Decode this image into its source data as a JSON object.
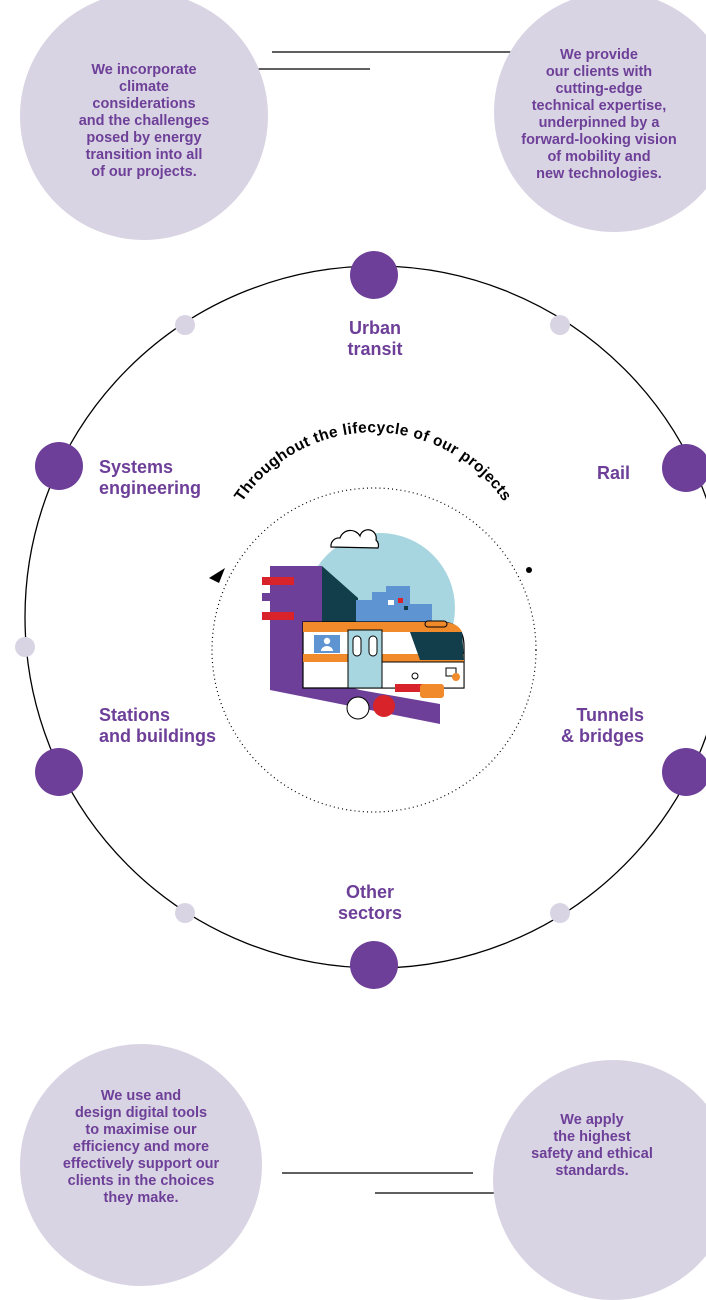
{
  "colors": {
    "purple": "#6d3f98",
    "lavender": "#d9d4e3",
    "connector": "#000000",
    "lightblue": "#a8d6e0",
    "orange": "#f08a2b",
    "red": "#d8232a",
    "darkteal": "#123d4b",
    "blue": "#5e94d1",
    "slate": "#4b4a6b"
  },
  "corners": {
    "top_left": "We incorporate\nclimate\nconsiderations\nand the challenges\nposed by energy\ntransition into all\nof our projects.",
    "top_right": "We provide\nour clients with\ncutting-edge\ntechnical expertise,\nunderpinned by a\nforward-looking vision\nof mobility and\nnew technologies.",
    "bottom_left": "We use and\ndesign digital tools\nto maximise our\nefficiency and more\neffectively support our\nclients in the choices\nthey make.",
    "bottom_right": "We apply\nthe highest\nsafety and ethical\nstandards."
  },
  "sectors": {
    "urban_transit": "Urban\ntransit",
    "rail": "Rail",
    "tunnels_bridges": "Tunnels\n& bridges",
    "other_sectors": "Other\nsectors",
    "stations_buildings": "Stations\nand buildings",
    "systems_engineering": "Systems\nengineering"
  },
  "center": {
    "arc_text": "Throughout the lifecycle of our projects"
  },
  "icons": {
    "illustration": "train-illustration-icon",
    "cloud": "cloud-icon"
  }
}
